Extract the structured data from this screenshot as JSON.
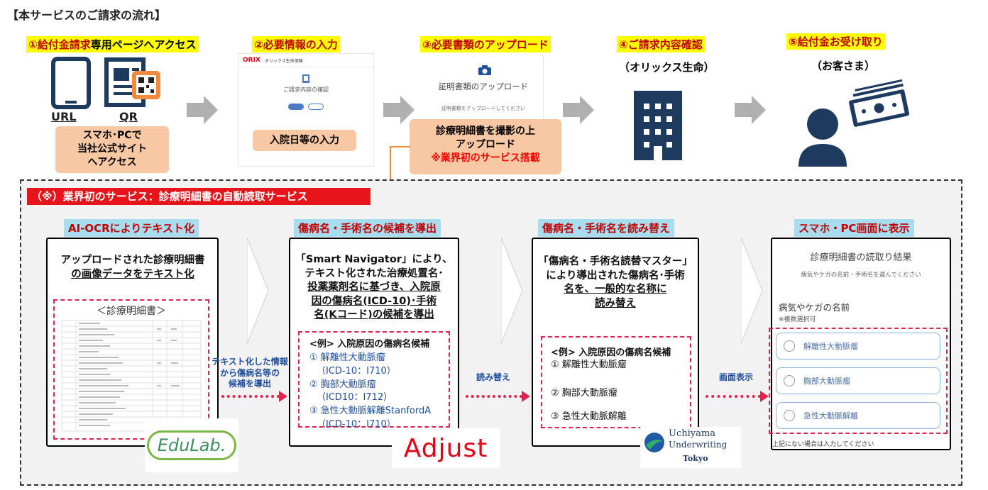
{
  "header": {
    "title": "【本サービスのご請求の流れ】"
  },
  "steps": {
    "s1": {
      "label_red": "①給付金請求",
      "label_black": "専用ページへアクセス",
      "url": "URL",
      "qr": "QR",
      "box": [
        "スマホ･PCで",
        "当社公式サイト",
        "へアクセス"
      ]
    },
    "s2": {
      "label": "②必要情報の入力",
      "box": "入院日等の入力",
      "screen_logo": "ORIX",
      "screen_company": "オリックス生命保険",
      "screen_title": "ご請求内容の確認"
    },
    "s3": {
      "label": "③必要書類のアップロード",
      "screen_title": "証明書類のアップロード",
      "screen_sub": "証明書類をアップロードしてください",
      "box_line1": "診療明細書を撮影の上",
      "box_line2": "アップロード",
      "box_line3": "※業界初のサービス搭載"
    },
    "s4": {
      "label": "④ご請求内容確認",
      "sub": "（オリックス生命）"
    },
    "s5": {
      "label": "⑤給付金お受け取り",
      "sub": "（お客さま）"
    }
  },
  "banner": {
    "text": "（※）業界初のサービス：診療明細書の自動読取サービス"
  },
  "panels": {
    "p1": {
      "title": "AI-OCRによりテキスト化",
      "head1": "アップロードされた診療明細書",
      "head2_ul": "の画像データをテキスト化",
      "doc_title": "＜診療明細書＞",
      "logo": "EduLab."
    },
    "p2": {
      "title": "傷病名・手術名の候補を導出",
      "head": [
        "「Smart Navigator」により、",
        "テキスト化された治療処置名･",
        "投薬薬剤名に基づき、入院原",
        "因の傷病名(ICD-10)･手術",
        "名(Kコード)の候補を導出"
      ],
      "ex_title": "<例> 入院原因の傷病名候補",
      "ex_lines": [
        "① 解離性大動脈瘤",
        "（ICD-10：I710）",
        "② 胸部大動脈瘤",
        "（ICD10：I712）",
        "③ 急性大動脈解離StanfordA",
        "（ICD-10：I710）"
      ],
      "logo": "Adjust"
    },
    "p3": {
      "title": "傷病名・手術名を読み替え",
      "head": [
        "「傷病名・手術名読替マスター」",
        "により導出された傷病名･手術",
        "名を、一般的な名称に",
        "読み替え"
      ],
      "ex_title": "<例> 入院原因の傷病名候補",
      "ex_lines": [
        "① 解離性大動脈瘤",
        "② 胸部大動脈瘤",
        "③ 急性大動脈解離"
      ],
      "logo1": "Uchiyama",
      "logo2": "Underwriting",
      "logo3": "Tokyo"
    },
    "p4": {
      "title": "スマホ・PC画面に表示",
      "screen_title": "診療明細書の読取り結果",
      "screen_sub": "病気やケガの名前・手術名を選んでください",
      "field_label": "病気やケガの名前",
      "field_note": "※複数選択可",
      "options": [
        "解離性大動脈瘤",
        "胸部大動脈瘤",
        "急性大動脈解離"
      ],
      "footer": "上記にない場合は入力してください"
    }
  },
  "connectors": {
    "c1": [
      "テキスト化した情報",
      "から傷病名等の",
      "候補を導出"
    ],
    "c2": "読み替え",
    "c3": "画面表示"
  },
  "colors": {
    "accent_red": "#c00000",
    "highlight_yellow": "#ffff00",
    "orange_box": "#f8c8a4",
    "banner_red": "#e8141c",
    "title_blue": "#a8dcef",
    "navy_icon": "#1f3a5f"
  }
}
